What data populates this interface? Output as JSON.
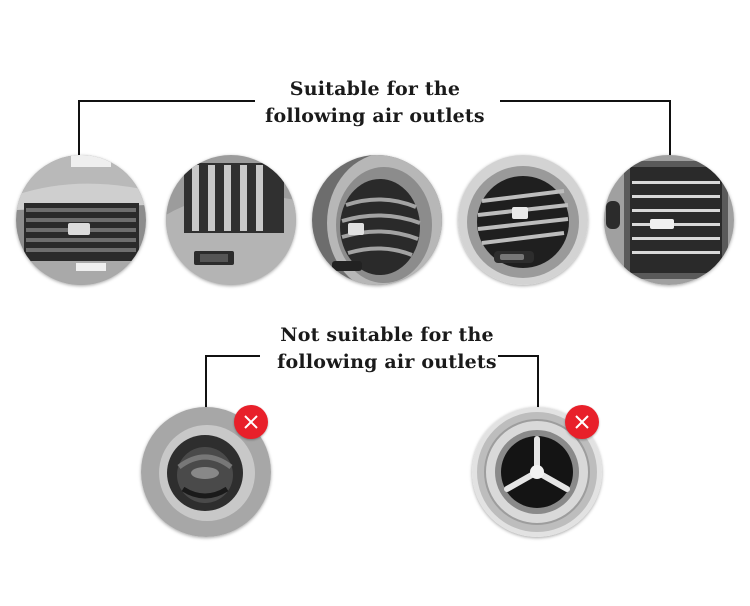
{
  "suitable": {
    "heading_line1": "Suitable for the",
    "heading_line2": "following air outlets",
    "vents": [
      {
        "icon": "horizontal-slat-vent-icon"
      },
      {
        "icon": "vertical-slat-vent-icon"
      },
      {
        "icon": "curved-slat-vent-icon"
      },
      {
        "icon": "round-slat-vent-icon"
      },
      {
        "icon": "rectangular-slat-vent-icon"
      }
    ]
  },
  "unsuitable": {
    "heading_line1": "Not suitable for the",
    "heading_line2": "following air outlets",
    "vents": [
      {
        "icon": "round-ball-vent-icon"
      },
      {
        "icon": "turbine-spoke-vent-icon"
      }
    ]
  },
  "colors": {
    "reject_badge": "#e8202a",
    "heading_text": "#1a1a1a"
  }
}
